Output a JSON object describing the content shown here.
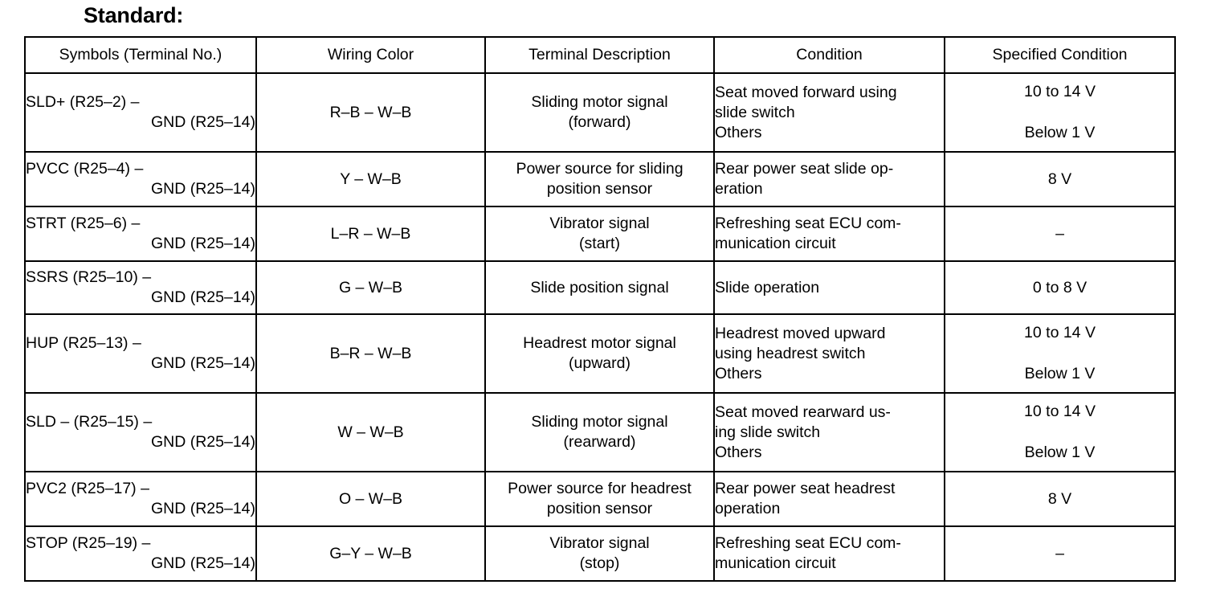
{
  "title": "Standard:",
  "table": {
    "headers": [
      "Symbols (Terminal No.)",
      "Wiring Color",
      "Terminal Description",
      "Condition",
      "Specified Condition"
    ],
    "rows": [
      {
        "symbol_line1": "SLD+ (R25–2) –",
        "symbol_line2": "GND (R25–14)",
        "wiring_color": "R–B – W–B",
        "description_line1": "Sliding motor signal",
        "description_line2": "(forward)",
        "condition_line1": "Seat moved forward using",
        "condition_line2": "slide switch",
        "condition_line3": "Others",
        "specified_line1": "10 to 14 V",
        "specified_line2": "Below 1 V"
      },
      {
        "symbol_line1": "PVCC (R25–4) –",
        "symbol_line2": "GND (R25–14)",
        "wiring_color": "Y – W–B",
        "description_line1": "Power source for sliding",
        "description_line2": "position sensor",
        "condition_line1": "Rear power seat slide op-",
        "condition_line2": "eration",
        "condition_line3": "",
        "specified_line1": "8 V",
        "specified_line2": ""
      },
      {
        "symbol_line1": "STRT (R25–6) –",
        "symbol_line2": "GND (R25–14)",
        "wiring_color": "L–R – W–B",
        "description_line1": "Vibrator signal",
        "description_line2": "(start)",
        "condition_line1": "Refreshing seat ECU com-",
        "condition_line2": "munication circuit",
        "condition_line3": "",
        "specified_line1": "–",
        "specified_line2": ""
      },
      {
        "symbol_line1": "SSRS (R25–10) –",
        "symbol_line2": "GND (R25–14)",
        "wiring_color": "G – W–B",
        "description_line1": "Slide position signal",
        "description_line2": "",
        "condition_line1": "Slide operation",
        "condition_line2": "",
        "condition_line3": "",
        "specified_line1": "0 to 8 V",
        "specified_line2": ""
      },
      {
        "symbol_line1": "HUP (R25–13) –",
        "symbol_line2": "GND (R25–14)",
        "wiring_color": "B–R – W–B",
        "description_line1": "Headrest motor signal",
        "description_line2": "(upward)",
        "condition_line1": "Headrest moved upward",
        "condition_line2": "using headrest switch",
        "condition_line3": "Others",
        "specified_line1": "10 to 14 V",
        "specified_line2": "Below 1 V"
      },
      {
        "symbol_line1": "SLD – (R25–15) –",
        "symbol_line2": "GND (R25–14)",
        "wiring_color": "W – W–B",
        "description_line1": "Sliding motor signal",
        "description_line2": "(rearward)",
        "condition_line1": "Seat moved rearward us-",
        "condition_line2": "ing slide switch",
        "condition_line3": "Others",
        "specified_line1": "10 to 14 V",
        "specified_line2": "Below 1 V"
      },
      {
        "symbol_line1": "PVC2 (R25–17) –",
        "symbol_line2": "GND (R25–14)",
        "wiring_color": "O – W–B",
        "description_line1": "Power source for headrest",
        "description_line2": "position sensor",
        "condition_line1": "Rear power seat headrest",
        "condition_line2": "operation",
        "condition_line3": "",
        "specified_line1": "8 V",
        "specified_line2": ""
      },
      {
        "symbol_line1": "STOP (R25–19) –",
        "symbol_line2": "GND (R25–14)",
        "wiring_color": "G–Y – W–B",
        "description_line1": "Vibrator signal",
        "description_line2": "(stop)",
        "condition_line1": "Refreshing seat ECU com-",
        "condition_line2": "munication circuit",
        "condition_line3": "",
        "specified_line1": "–",
        "specified_line2": ""
      }
    ]
  }
}
